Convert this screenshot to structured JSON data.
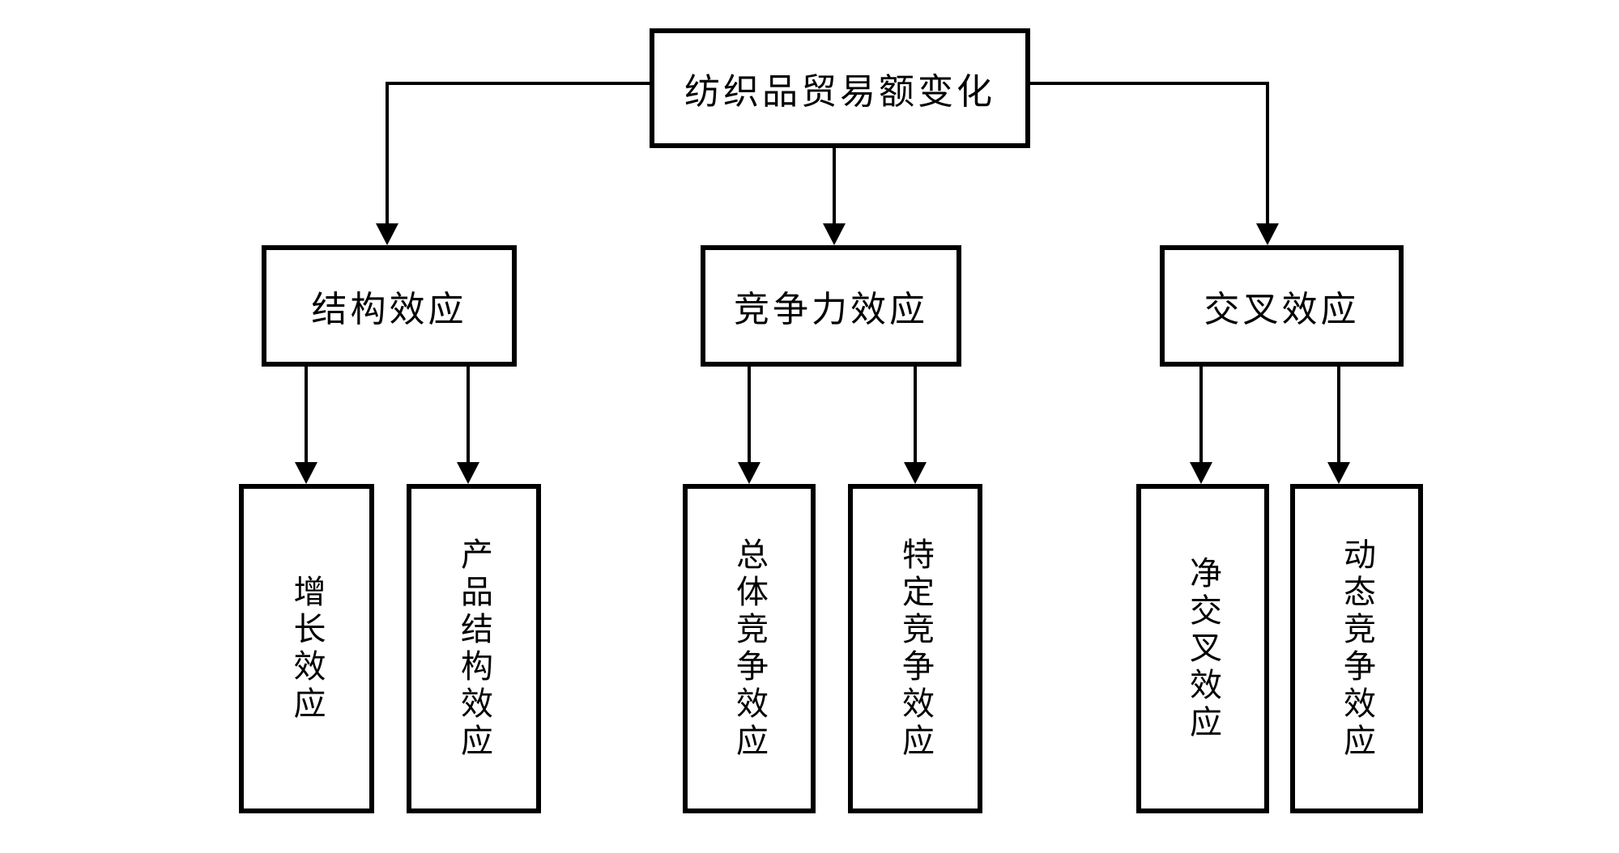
{
  "diagram": {
    "title_box": "纺织品贸易额变化",
    "branches": [
      {
        "label": "结构效应",
        "children": [
          "增长效应",
          "产品结构效应"
        ]
      },
      {
        "label": "竞争力效应",
        "children": [
          "总体竞争效应",
          "特定竞争效应"
        ]
      },
      {
        "label": "交叉效应",
        "children": [
          "净交叉效应",
          "动态竞争效应"
        ]
      }
    ],
    "colors": {
      "line": "#000000",
      "background": "#ffffff",
      "box_fill": "#ffffff"
    }
  }
}
